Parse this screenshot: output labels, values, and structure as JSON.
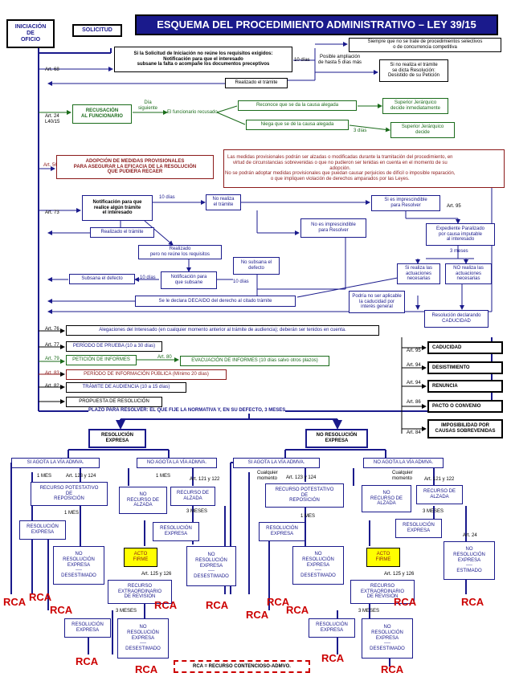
{
  "title": "ESQUEMA DEL PROCEDIMIENTO ADMINISTRATIVO – LEY 39/15",
  "start": {
    "iniciacion": "INICIACIÓN\nDE\nOFICIO",
    "solicitud": "SOLICITUD"
  },
  "subsanacion": {
    "main": "Si la Solicitud de Iniciación no reúne los requisitos exigidos:\nNotificación para que el interesado\nsubsane la falta o acompañe los documentos preceptivos",
    "art": "Art. 68",
    "plazo": "10 días",
    "ampliacion": "Posible ampliación\nde hasta 5 días más",
    "competitiva": "Siempre que no se trate de procedimientos selectivos\no de concurrencia competitiva",
    "desistido": "Si no realiza el trámite\nse dicta Resolución:\nDesistido de su Petición",
    "realizado": "Realizado el trámite"
  },
  "recusacion": {
    "art": "Art. 24\nL40/15",
    "main": "RECUSACIÓN\nAL FUNCIONARIO",
    "dia": "Día\nsiguiente",
    "funcionario": "El funcionario recusado",
    "reconoce": "Reconoce que se da la causa alegada",
    "niega": "Niega que se dé la causa alegada",
    "superior1": "Superior Jerárquico\ndecide inmediatamente",
    "superior2": "Superior Jerárquico\ndecide",
    "plazo": "3 días"
  },
  "provisionales": {
    "art": "Art. 56",
    "main": "ADOPCIÓN DE MEDIDAS PROVISIONALES\nPARA ASEGURAR LA EFICACIA DE LA RESOLUCIÓN\nQUE PUDIERA RECAER",
    "nota": "Las medidas provisionales podrán ser alzadas o modificadas durante la tramitación del procedimiento, en\nvirtud de circunstancias sobrevenidas o que no pudieron ser tenidas en cuenta en el momento de su\nadopción.\nNo se podrán adoptar medidas provisionales que puedan causar perjuicios de difícil o imposible reparación,\no que impliquen violación de derechos amparados por las Leyes."
  },
  "tramite": {
    "art73": "Art. 73",
    "notificacion": "Notificación para que\nrealice algún trámite\nel interesado",
    "d10a": "10 días",
    "noRealiza": "No realiza\nel trámite",
    "realizado": "Realizado el trámite",
    "noReune": "Realizado\npero no reúne los requisitos",
    "d10b": "10 días",
    "subsane": "Notificación para\nque subsane",
    "subsanaDefecto": "Subsana el defecto",
    "noSubsana": "No subsana el\ndefecto",
    "d10c": "10 días",
    "noImprescindible": "No es imprescindible\npara Resolver",
    "imprescindible": "Si es imprescindible\npara Resolver",
    "art95": "Art. 95",
    "paralizado": "Expediente Paralizado\npor causa imputable\nal interesado",
    "tresMeses": "3 meses",
    "siRealiza": "Si realiza las\nactuaciones\nnecesarias",
    "noRealizaAct": "NO realiza las\nactuaciones\nnecesarias",
    "decaido": "Se le declara DECAIDO del derecho al citado trámite",
    "interesGeneral": "Podría no ser aplicable\nla caducidad por\ninterés general",
    "caducidad": "Resolución declarando\nCADUCIDAD"
  },
  "lista": [
    {
      "art": "Art. 76",
      "text": "Alegaciones del Interesado (en cualquier momento anterior al trámite de audiencia); deberán ser tenidos en cuenta."
    },
    {
      "art": "Art. 77",
      "text": "PERÍODO DE PRUEBA (10 a 30 días)"
    },
    {
      "art": "Art. 79",
      "text": "PETICIÓN DE INFORMES"
    },
    {
      "art": "Art. 83",
      "text": "PERÍODO DE INFORMACIÓN PÚBLICA (Mínimo 20 días)"
    },
    {
      "art": "Art. 82",
      "text": "TRÁMITE DE AUDIENCIA (10 a 15 días)"
    },
    {
      "art": "",
      "text": "PROPUESTA DE RESOLUCIÓN"
    }
  ],
  "evacuacion": {
    "art": "Art. 80",
    "text": "EVACUACIÓN DE INFORMES (10 días salvo otros plazos)"
  },
  "terminacion": [
    {
      "art": "Art. 95",
      "text": "CADUCIDAD"
    },
    {
      "art": "Art. 94",
      "text": "DESISTIMIENTO"
    },
    {
      "art": "Art. 94",
      "text": "RENUNCIA"
    },
    {
      "art": "Art. 86",
      "text": "PACTO O CONVENIO"
    },
    {
      "art": "Art. 84",
      "text": "IMPOSIBILIDAD POR\nCAUSAS SOBREVENIDAS"
    }
  ],
  "plazo": "PLAZO PARA RESOLVER: EL QUE FIJE LA NORMATIVA Y, EN SU DEFECTO, 3 MESES",
  "left": {
    "head": "RESOLUCIÓN\nEXPRESA",
    "agota": "SI AGOTA LA VÍA ADMVA.",
    "noagota": "NO AGOTA LA VÍA ADMVA.",
    "mes1": "1 MES",
    "art123": "Art. 123 y 124",
    "potestativo": "RECURSO POTESTATIVO\nDE\nREPOSICIÓN",
    "mes1b": "1 MES",
    "resExp": "RESOLUCIÓN\nEXPRESA",
    "noResExp": "NO\nRESOLUCIÓN\nEXPRESA\n----\nDESESTIMADO",
    "mes1c": "1 MES",
    "noAlzada": "NO\nRECURSO DE\nALZADA",
    "alzada": "RECURSO DE\nALZADA",
    "art121": "Art. 121 y 122",
    "meses3": "3 MESES",
    "resExp2": "RESOLUCIÓN\nEXPRESA",
    "noResExp2": "NO\nRESOLUCIÓN\nEXPRESA\n----\nDESESTIMADO",
    "acto": "ACTO\nFIRME",
    "art125": "Art. 125 y 126",
    "revision": "RECURSO\nEXTRAORDINARIO\nDE REVISIÓN",
    "meses3b": "3 MESES",
    "resExp3": "RESOLUCIÓN\nEXPRESA",
    "noResExp3": "NO\nRESOLUCIÓN\nEXPRESA\n----\nDESESTIMADO"
  },
  "right": {
    "head": "NO RESOLUCIÓN\nEXPRESA",
    "agota": "SI AGOTA LA VÍA ADMVA.",
    "noagota": "NO AGOTA LA VÍA ADMVA.",
    "cualquier": "Cualquier\nmomento",
    "art123": "Art. 123 y 124",
    "potestativo": "RECURSO POTESTATIVO\nDE\nREPOSICIÓN",
    "mes1": "1 MES",
    "resExp": "RESOLUCIÓN\nEXPRESA",
    "noResExp": "NO\nRESOLUCIÓN\nEXPRESA\n----\nDESESTIMADO",
    "cualquier2": "Cualquier\nmomento",
    "noAlzada": "NO\nRECURSO DE\nALZADA",
    "alzada": "RECURSO DE\nALZADA",
    "art121": "Art. 121 y 122",
    "meses3": "3 MESES",
    "resExp2": "RESOLUCIÓN\nEXPRESA",
    "art24": "Art. 24",
    "noResExp2": "NO\nRESOLUCIÓN\nEXPRESA\n----\nESTIMADO",
    "acto": "ACTO\nFIRME",
    "art125": "Art. 125 y 126",
    "revision": "RECURSO\nEXTRAORDINARIO\nDE REVISIÓN",
    "meses3b": "3 MESES",
    "resExp3": "RESOLUCIÓN\nEXPRESA",
    "noResExp3": "NO\nRESOLUCIÓN\nEXPRESA\n----\nDESESTIMADO"
  },
  "rca": "RCA",
  "legend": "RCA = RECURSO CONTENCIOSO-ADMVO."
}
